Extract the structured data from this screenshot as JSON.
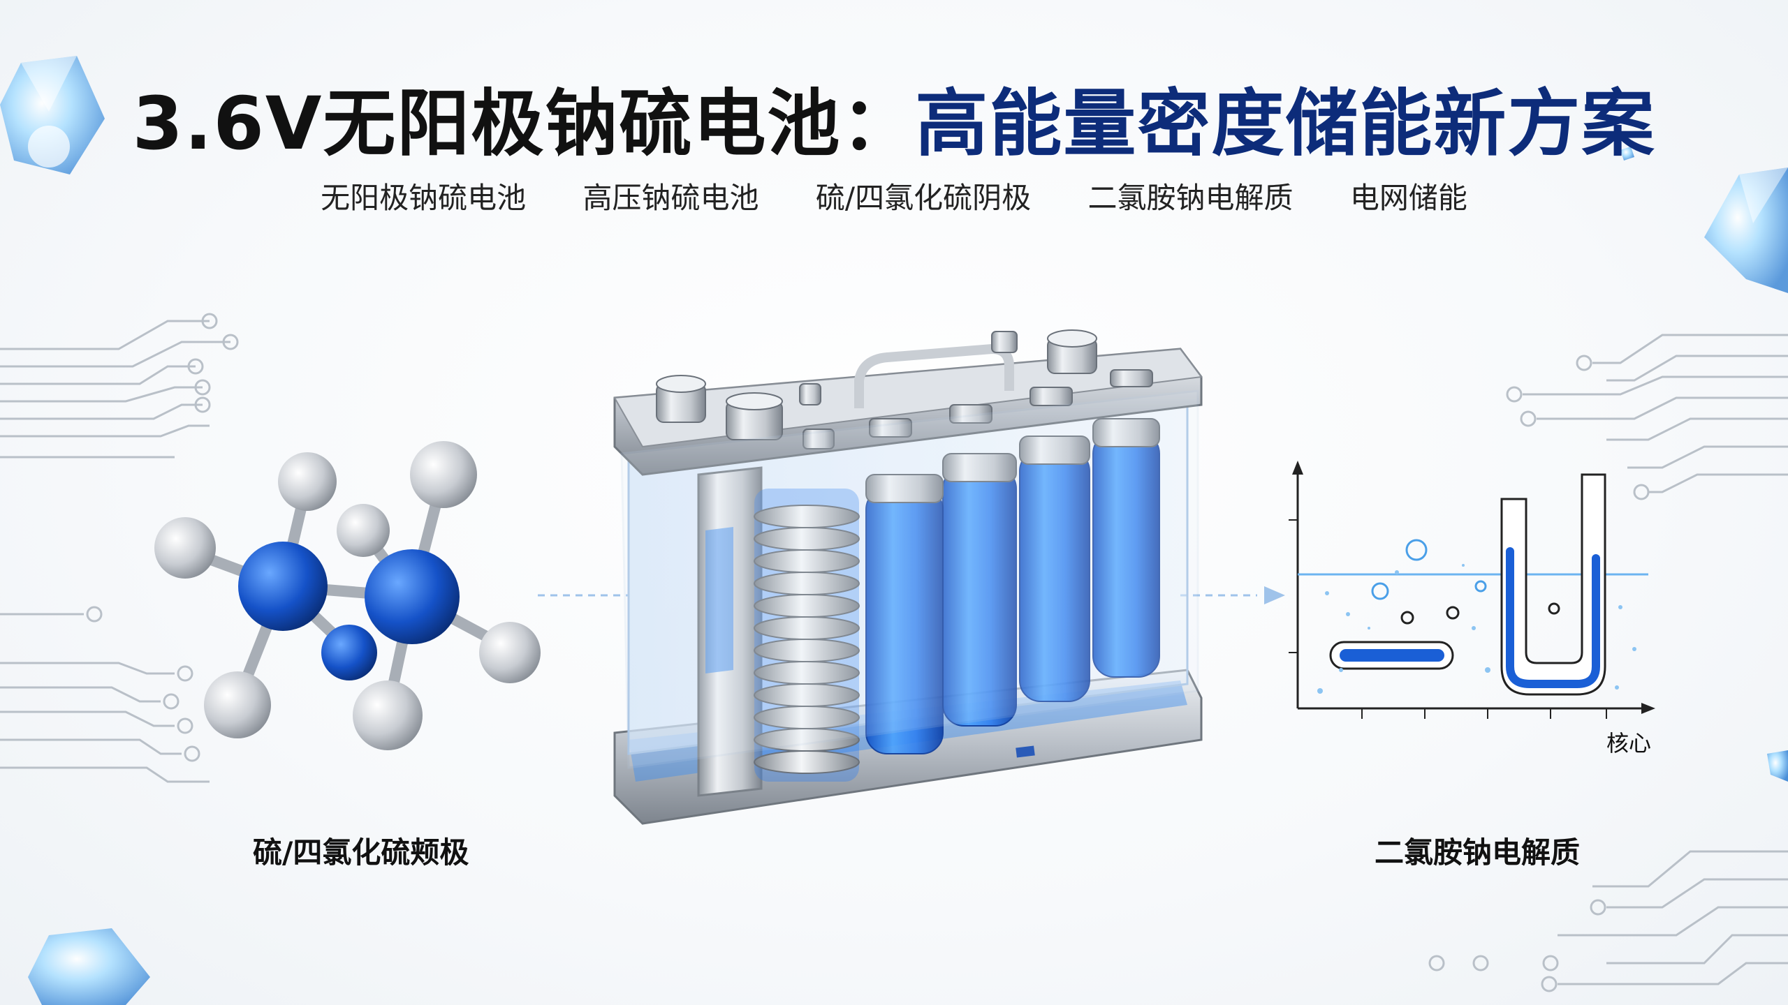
{
  "title": {
    "part1": "3.6V无阳极钠硫电池：",
    "part2": "高能量密度储能新方案"
  },
  "tags": [
    "无阳极钠硫电池",
    "高压钠硫电池",
    "硫/四氯化硫阴极",
    "二氯胺钠电解质",
    "电网储能"
  ],
  "labels": {
    "cathode": "硫/四氯化硫颊极",
    "electrolyte": "二氯胺钠电解质",
    "chart_axis": "核心"
  },
  "colors": {
    "title_dark": "#111111",
    "title_blue": "#0d2c7a",
    "accent_blue": "#1a5fd6",
    "metal": "#b8bec6"
  },
  "icons": [
    "molecule-icon",
    "battery-icon",
    "diagram-icon",
    "crystal-icon",
    "circuit-icon"
  ]
}
